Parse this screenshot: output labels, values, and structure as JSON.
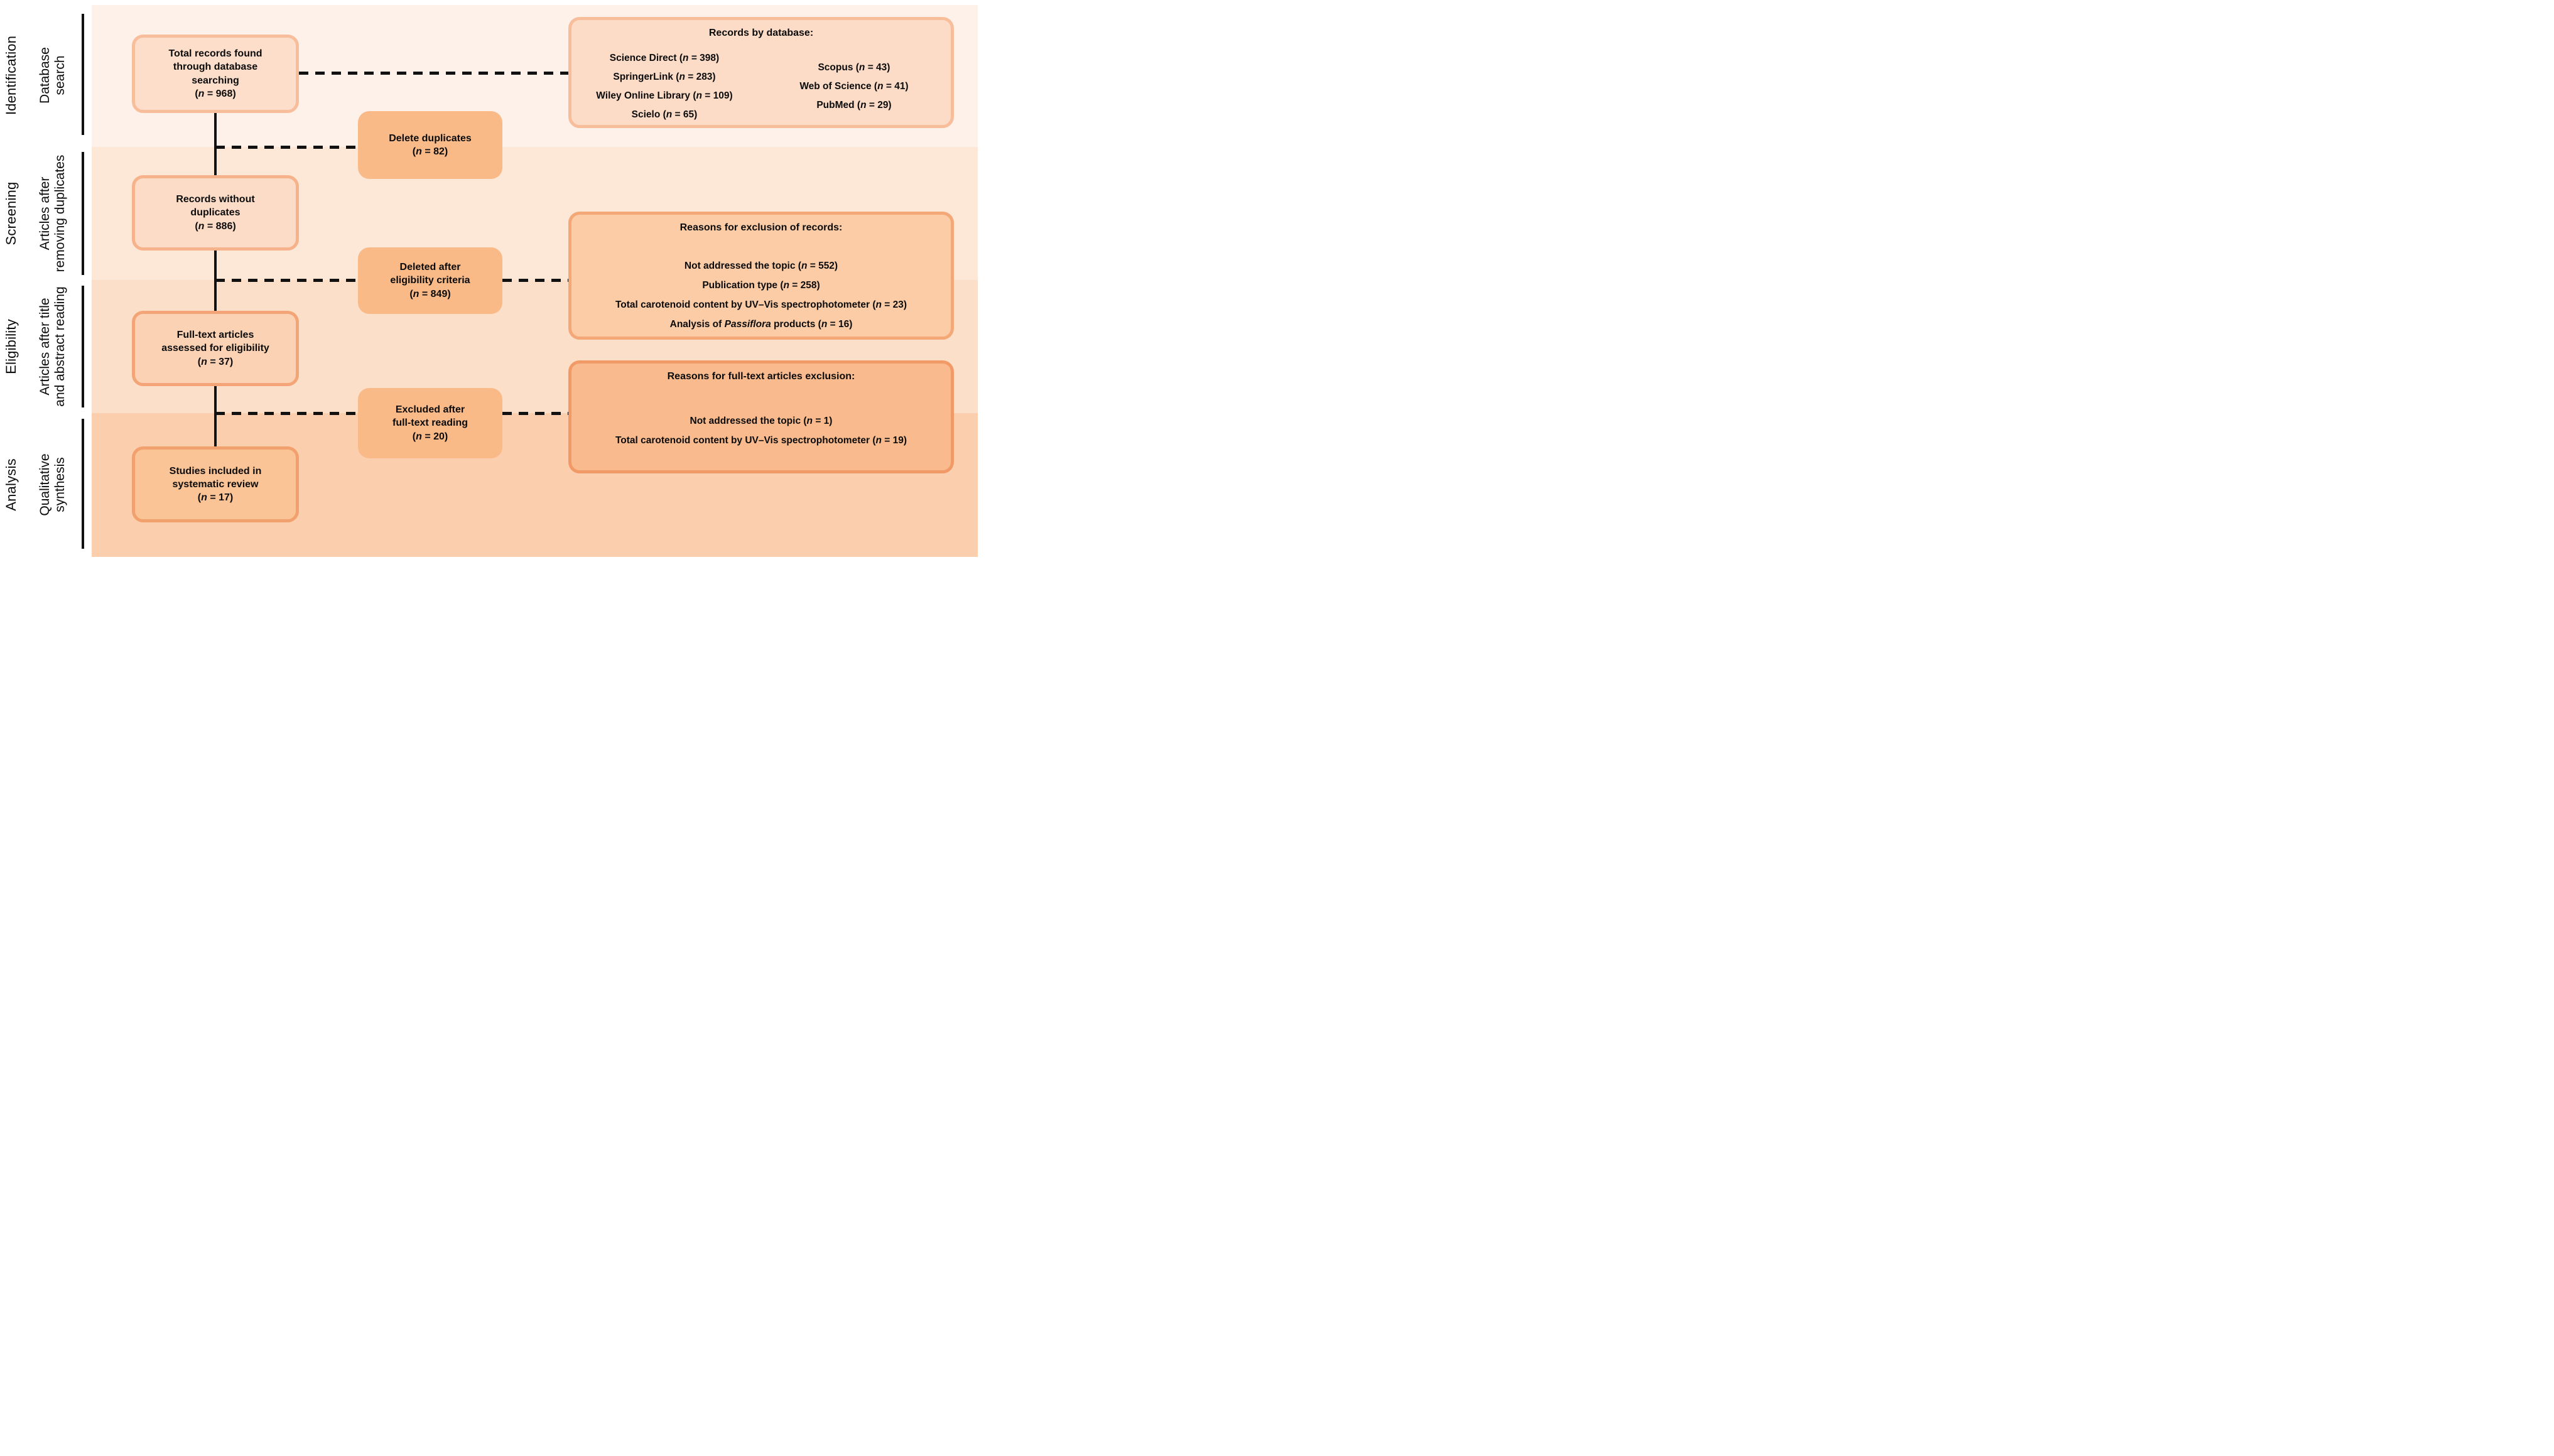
{
  "colors": {
    "band-identification": "#FEF1E9",
    "band-screening": "#FDE7D6",
    "band-eligibility": "#FCDFC9",
    "band-analysis": "#FBCEAE",
    "box-light-fill": "#FCDECA",
    "box-light-border": "#F8BE9C",
    "box-light2-fill": "#FCDCC6",
    "box-light2-border": "#F6B28B",
    "box-medium-fill": "#FBD2B3",
    "box-medium-border": "#F4A577",
    "box-deep-fill": "#FAC496",
    "box-deep-border": "#F2A06E",
    "box-flat-fill": "#F9BA88",
    "right1-fill": "#FCDCC7",
    "right1-border": "#F8BD9B",
    "right2-fill": "#FBCCA6",
    "right2-border": "#F4A777",
    "right3-fill": "#F9BB8D",
    "right3-border": "#F29A67",
    "line": "#111111",
    "text": "#0B0B0B"
  },
  "stages": [
    {
      "label": "Identification",
      "sublabel_lines": [
        "Database",
        "search"
      ]
    },
    {
      "label": "Screening",
      "sublabel_lines": [
        "Articles after",
        "removing duplicates"
      ]
    },
    {
      "label": "Eligibility",
      "sublabel_lines": [
        "Articles after title",
        "and abstract reading"
      ]
    },
    {
      "label": "Analysis",
      "sublabel_lines": [
        "Qualitative",
        "synthesis"
      ]
    }
  ],
  "flow": {
    "total_records": {
      "lines": [
        "Total records found",
        "through database",
        "searching",
        "(*n* = 968)"
      ]
    },
    "delete_duplicates": {
      "lines": [
        "Delete duplicates",
        "(*n* = 82)"
      ]
    },
    "records_without_duplicates": {
      "lines": [
        "Records without",
        "duplicates",
        "(*n* = 886)"
      ]
    },
    "deleted_after_eligibility": {
      "lines": [
        "Deleted after",
        "eligibility criteria",
        "(*n* = 849)"
      ]
    },
    "full_text_assessed": {
      "lines": [
        "Full-text articles",
        "assessed for eligibility",
        "(*n* = 37)"
      ]
    },
    "excluded_after_full_text": {
      "lines": [
        "Excluded after",
        "full-text reading",
        "(*n* = 20)"
      ]
    },
    "studies_included": {
      "lines": [
        "Studies included in",
        "systematic review",
        "(*n* = 17)"
      ]
    }
  },
  "panels": {
    "records_by_database": {
      "title": "Records by database:",
      "col1_lines": [
        "Science Direct (*n* = 398)",
        "SpringerLink (*n* = 283)",
        "Wiley Online Library (*n* = 109)",
        "Scielo (*n* = 65)"
      ],
      "col2_lines": [
        "Scopus (*n* = 43)",
        "Web of Science (*n* = 41)",
        "PubMed (*n* = 29)"
      ]
    },
    "exclusion_records": {
      "title": "Reasons for exclusion of records:",
      "lines": [
        "Not addressed the topic (*n* = 552)",
        "Publication type (*n* = 258)",
        "Total carotenoid content by UV–Vis spectrophotometer (*n* = 23)",
        "Analysis of *Passiflora* products (*n* = 16)"
      ]
    },
    "exclusion_full_text": {
      "title": "Reasons for full-text articles exclusion:",
      "lines": [
        "Not addressed the topic (*n* = 1)",
        "Total carotenoid content by UV–Vis spectrophotometer (*n* = 19)"
      ]
    }
  }
}
